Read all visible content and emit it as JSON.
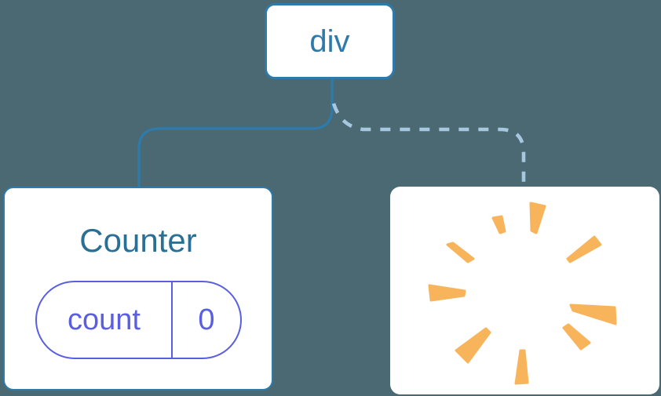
{
  "diagram": {
    "description": "component tree: root div with one kept child (Counter) and one removed child (poof)",
    "root": {
      "label": "div"
    },
    "counter": {
      "label": "Counter",
      "state": {
        "key": "count",
        "value": "0"
      }
    },
    "removed": {
      "poof": {
        "icon": "poof-burst-icon",
        "rays": [
          "131,40 142,38 146,57 140,59",
          "179,21 197,25 186,59 180,56",
          "226,92 260,64 268,74 229,96",
          "73,74 80,72 106,92 99,96",
          "50,126 95,133 94,139 52,145",
          "230,151 286,154 287,175 233,158",
          "221,180 227,176 254,199 243,207",
          "122,181 127,186 99,224 84,209",
          "166,209 171,209 175,250 160,251"
        ]
      }
    },
    "edges": [
      {
        "from": "div",
        "to": "Counter",
        "style": "solid"
      },
      {
        "from": "div",
        "to": "removed",
        "style": "dashed"
      }
    ]
  },
  "colors": {
    "background": "#4B6972",
    "node_fill": "#FFFFFF",
    "node_border_blue": "#2E7BAB",
    "counter_title": "#2B7094",
    "state_indigo": "#5A5EE0",
    "dashed_edge": "#A7C7DF",
    "poof_orange": "#F8B45B"
  }
}
